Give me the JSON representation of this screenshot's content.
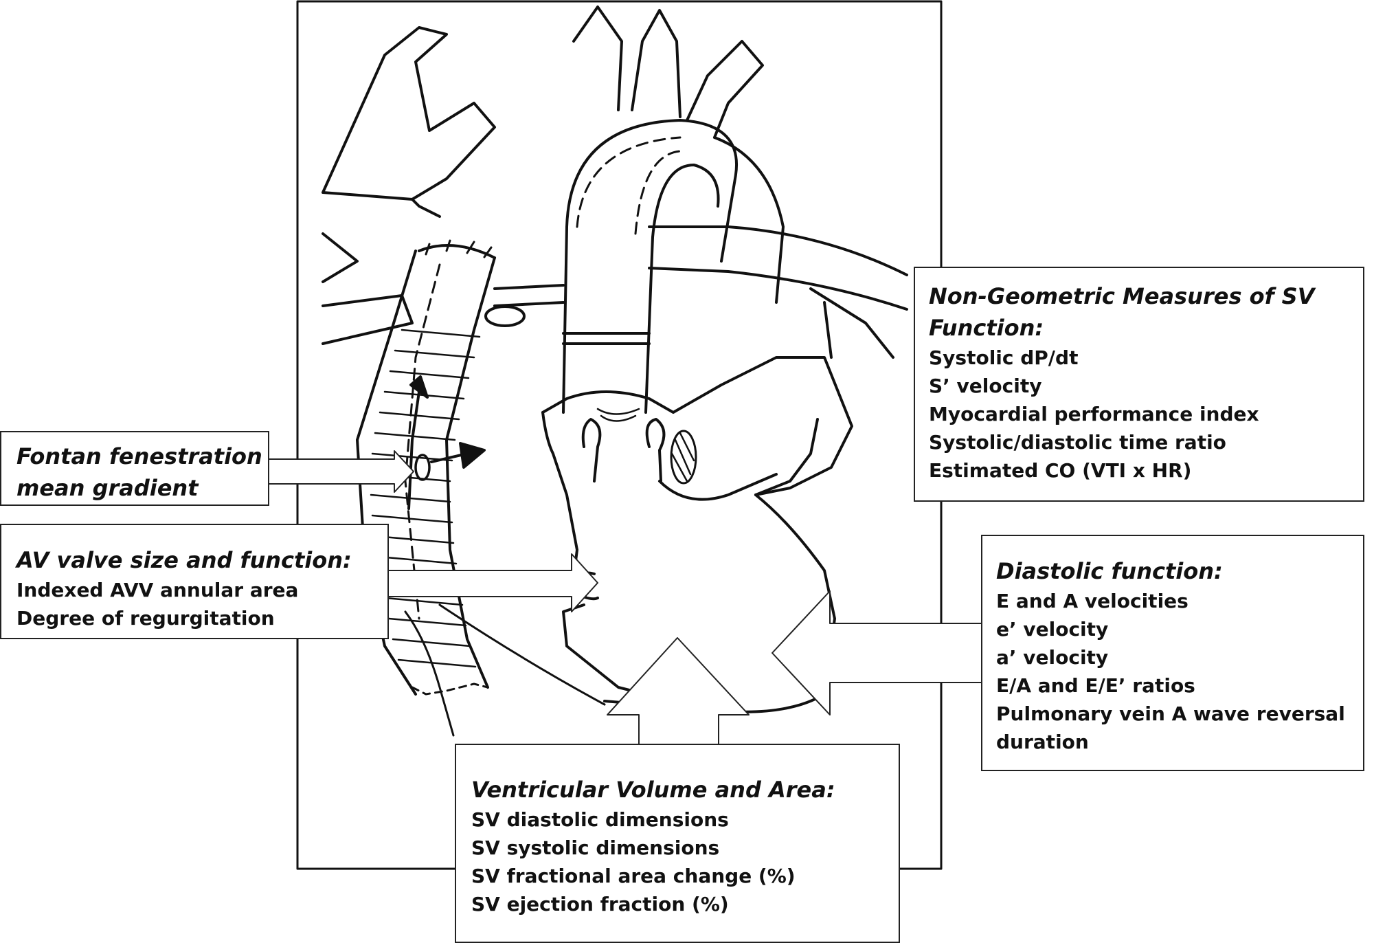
{
  "figure": {
    "fontan_box": {
      "title_line1": "Fontan fenestration",
      "title_line2": "mean gradient"
    },
    "av_box": {
      "title": "AV valve size and function:",
      "items": [
        "Indexed AVV annular area",
        "Degree of regurgitation"
      ]
    },
    "nongeom_box": {
      "title_line1": "Non-Geometric Measures of SV",
      "title_line2": "Function:",
      "items": [
        "Systolic dP/dt",
        "S’ velocity",
        "Myocardial performance index",
        "Systolic/diastolic time ratio",
        "Estimated CO (VTI x HR)"
      ]
    },
    "diastolic_box": {
      "title": "Diastolic function:",
      "items": [
        "E and A velocities",
        "e’ velocity",
        "a’ velocity",
        "E/A and E/E’ ratios",
        "Pulmonary vein A wave reversal",
        "duration"
      ]
    },
    "volume_box": {
      "title": "Ventricular Volume and Area:",
      "items": [
        "SV diastolic dimensions",
        "SV systolic dimensions",
        "SV fractional area change (%)",
        "SV ejection fraction (%)"
      ]
    }
  }
}
